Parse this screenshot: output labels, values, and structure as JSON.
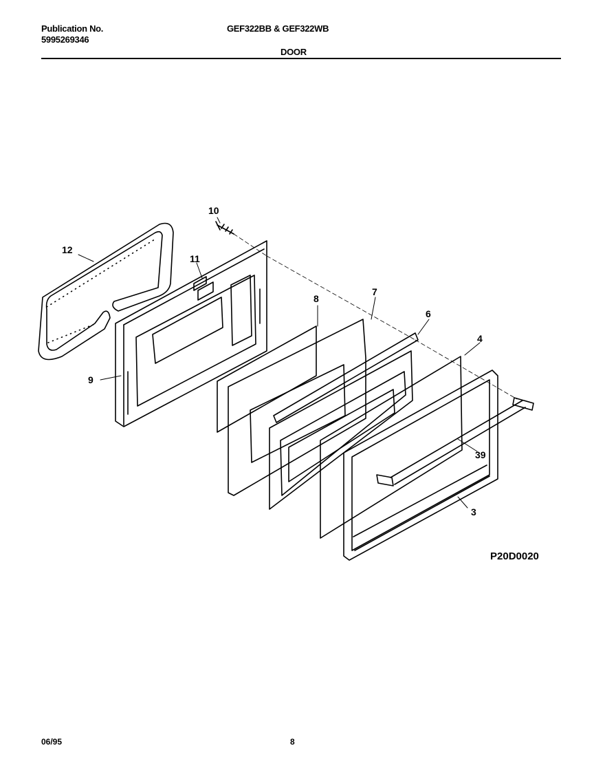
{
  "header": {
    "publication_label": "Publication No.",
    "publication_number": "5995269346",
    "models": "GEF322BB & GEF322WB",
    "section": "DOOR"
  },
  "diagram": {
    "code": "P20D0020",
    "callouts": [
      "12",
      "10",
      "11",
      "9",
      "8",
      "7",
      "6",
      "4",
      "39",
      "3"
    ]
  },
  "footer": {
    "date": "06/95",
    "page": "8"
  }
}
